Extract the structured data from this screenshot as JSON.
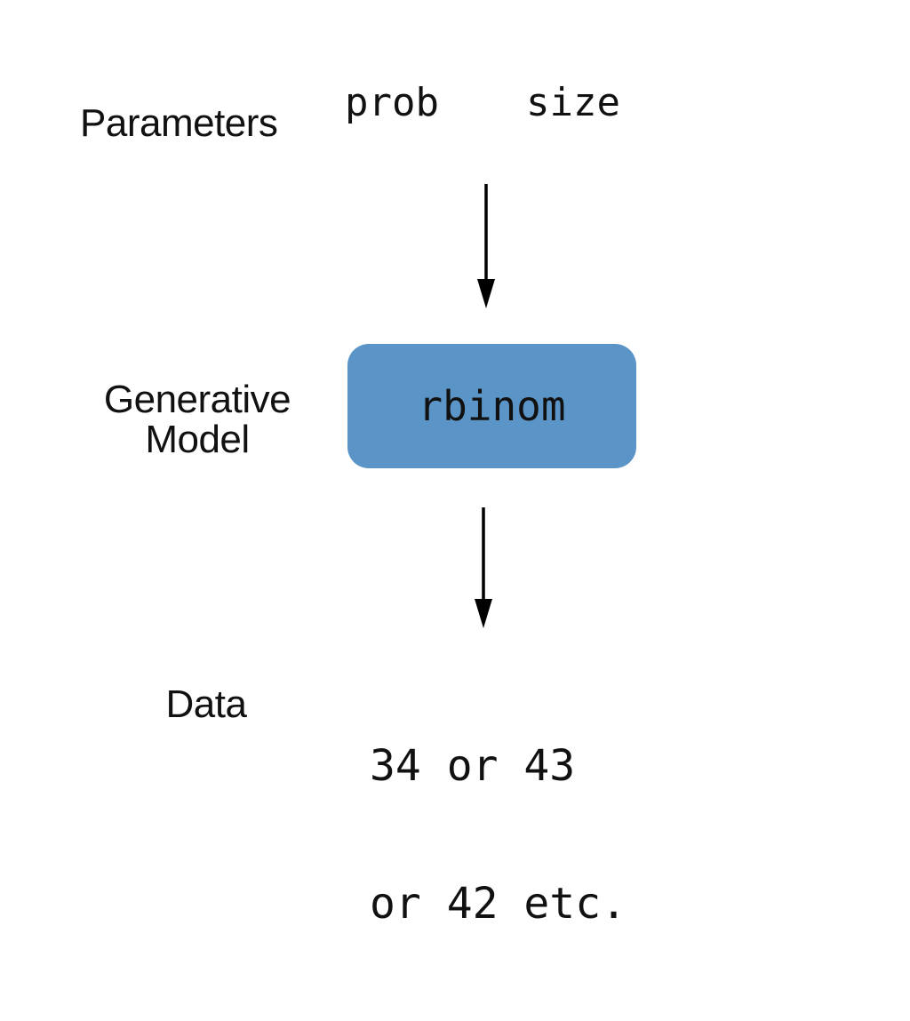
{
  "diagram": {
    "rows": {
      "parameters": {
        "label": "Parameters",
        "items": [
          "prob",
          "size"
        ]
      },
      "model": {
        "label_line1": "Generative",
        "label_line2": "Model",
        "box_text": "rbinom"
      },
      "data": {
        "label": "Data",
        "line1": "34 or 43",
        "line2": "or 42 etc."
      }
    },
    "arrows": [
      {
        "from": "parameters",
        "to": "model"
      },
      {
        "from": "model",
        "to": "data"
      }
    ],
    "colors": {
      "box_fill": "#5b95c7",
      "text": "#111111",
      "arrow": "#000000",
      "background": "#ffffff"
    }
  }
}
